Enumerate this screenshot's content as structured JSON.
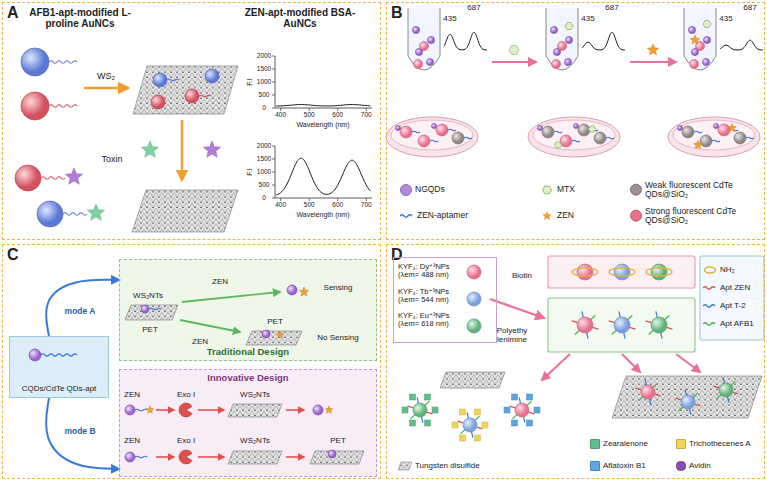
{
  "diagram": {
    "nodes": [
      {
        "text": [
          "A"
        ]
      },
      {
        "text": [
          "B"
        ]
      },
      {
        "text": [
          "C"
        ]
      },
      {
        "text": [
          "D"
        ]
      },
      {
        "text": [
          "Traditional Design"
        ],
        "in": 2
      },
      {
        "text": [
          "Innovative Design"
        ],
        "in": 2
      },
      {
        "text": [
          "CQDs/CdTe QDs-apt"
        ],
        "in": 2
      },
      {
        "text": [
          "KYF₄: Dy⁺³NPs (λem= 488 nm)",
          "KYF₄: Tb⁺³NPs (λem= 544 nm)",
          "KYF₄: Eu⁺³NPs (λem= 618 nm)"
        ],
        "in": 3
      }
    ],
    "edges": [
      {
        "from": 6,
        "to": 4,
        "arrow": "to",
        "label": "mode A"
      },
      {
        "from": 6,
        "to": 5,
        "arrow": "to",
        "label": "mode B"
      }
    ],
    "labels": [
      "AFB1-apt-modified L-proline AuNCs",
      "ZEN-apt-modified BSA-AuNCs",
      "WS₂",
      "Toxin",
      "F.I",
      "2000",
      "1500",
      "1000",
      "500",
      "0",
      "400",
      "500",
      "600",
      "700",
      "Wavelength (nm)",
      "F.I",
      "2000",
      "1500",
      "1000",
      "500",
      "0",
      "400",
      "500",
      "600",
      "700",
      "Wavelength (nm)",
      "687",
      "435",
      "687",
      "435",
      "687",
      "435",
      "WS₂NTs",
      "ZEN",
      "PET",
      "Sensing",
      "ZEN",
      "PET",
      "No Sensing",
      "ZEN",
      "Exo I",
      "WS₂NTs",
      "ZEN",
      "Exo I",
      "WS₂NTs",
      "PET",
      "Polyethy lenimine",
      "Biotin"
    ],
    "legend": [
      {
        "text": "NGQDs",
        "color": "#b58be0"
      },
      {
        "text": "MTX"
      },
      {
        "text": "Weak fluorescent CdTe QDs@SiO₂",
        "color": "#9e8f93"
      },
      {
        "text": "ZEN-aptamer"
      },
      {
        "text": "ZEN"
      },
      {
        "text": "Strong fluorescent CdTe QDs@SiO₂",
        "color": "#e8708f"
      },
      {
        "text": "NH₂"
      },
      {
        "text": "Apt ZEN"
      },
      {
        "text": "Apt T-2"
      },
      {
        "text": "Apt AFB1"
      },
      {
        "text": "Zearalenone",
        "color": "#5fbf8a"
      },
      {
        "text": "Trichothecenes A",
        "color": "#f2d35a"
      },
      {
        "text": "Tungsten disulfide"
      },
      {
        "text": "Aflatoxin B1",
        "color": "#5aa6e0"
      },
      {
        "text": "Avidin",
        "color": "#8a4fb0"
      }
    ]
  }
}
